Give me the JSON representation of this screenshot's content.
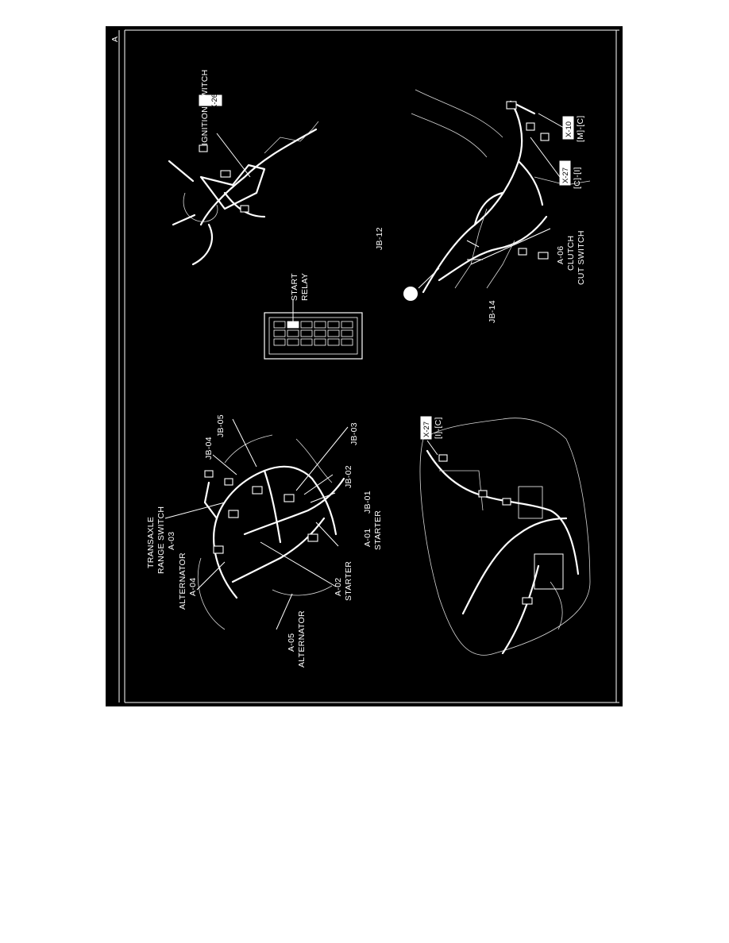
{
  "page_marker": "A",
  "sections": {
    "ignition": {
      "name": "IGNITION SWITCH",
      "code": "X-26"
    },
    "start_relay": {
      "line1": "START",
      "line2": "RELAY"
    },
    "clutch_area": {
      "jb12": "JB-12",
      "jb14": "JB-14",
      "a06_code": "A-06",
      "a06_line1": "CLUTCH",
      "a06_line2": "CUT SWITCH",
      "x27_code": "X-27",
      "x27_grid": "[C]-[I]",
      "x10_code": "X-10",
      "x10_grid": "[M]-[C]"
    },
    "engine": {
      "a05_code": "A-05",
      "a05_name": "ALTERNATOR",
      "a04_name": "ALTERNATOR",
      "a04_code": "A-04",
      "a02_code": "A-02",
      "a02_name": "STARTER",
      "a01_code": "A-01",
      "a01_name": "STARTER",
      "a03_line1": "TRANSAXLE",
      "a03_line2": "RANGE SWITCH",
      "a03_code": "A-03",
      "jb04": "JB-04",
      "jb05": "JB-05",
      "jb01": "JB-01",
      "jb02": "JB-02",
      "jb03": "JB-03"
    },
    "dash": {
      "x27_code": "X-27",
      "x27_grid": "[I]-[C]"
    }
  }
}
